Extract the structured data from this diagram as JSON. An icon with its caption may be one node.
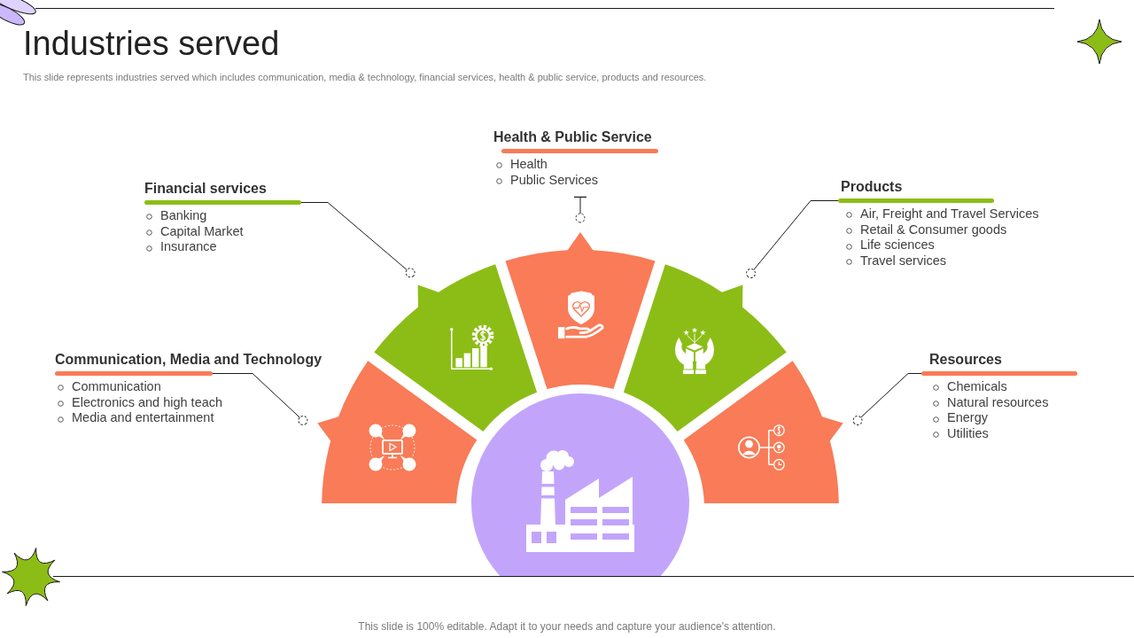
{
  "diagram": {
    "title": "Industries served",
    "nodes": [
      {
        "text": [
          "Health & Public Service",
          "Health",
          "Public Services"
        ]
      },
      {
        "text": [
          "Financial services",
          "Banking",
          "Capital Market",
          "Insurance"
        ]
      },
      {
        "text": [
          "Products",
          "Air, Freight and Travel Services",
          "Retail & Consumer goods",
          "Life sciences",
          "Travel services"
        ]
      },
      {
        "text": [
          "Communication, Media and Technology",
          "Communication",
          "Electronics and high teach",
          "Media and entertainment"
        ]
      },
      {
        "text": [
          "Resources",
          "Chemicals",
          "Natural resources",
          "Energy",
          "Utilities"
        ]
      },
      {
        "text": [],
        "shape": "sector"
      },
      {
        "text": [],
        "shape": "sector"
      },
      {
        "text": [],
        "shape": "sector"
      },
      {
        "text": [],
        "shape": "sector"
      },
      {
        "text": [],
        "shape": "sector"
      },
      {
        "text": [],
        "shape": "circle"
      }
    ],
    "edges": [
      {
        "from": 0,
        "to": 7,
        "arrow": "other"
      },
      {
        "from": 1,
        "to": 6,
        "arrow": "other"
      },
      {
        "from": 2,
        "to": 8,
        "arrow": "other"
      },
      {
        "from": 3,
        "to": 5,
        "arrow": "other"
      },
      {
        "from": 4,
        "to": 9,
        "arrow": "other"
      }
    ],
    "labels": [
      "This slide represents industries served which includes communication, media & technology, financial services, health & public service, products and resources.",
      "This slide is 100% editable. Adapt it to your needs and capture your audience's attention."
    ]
  }
}
